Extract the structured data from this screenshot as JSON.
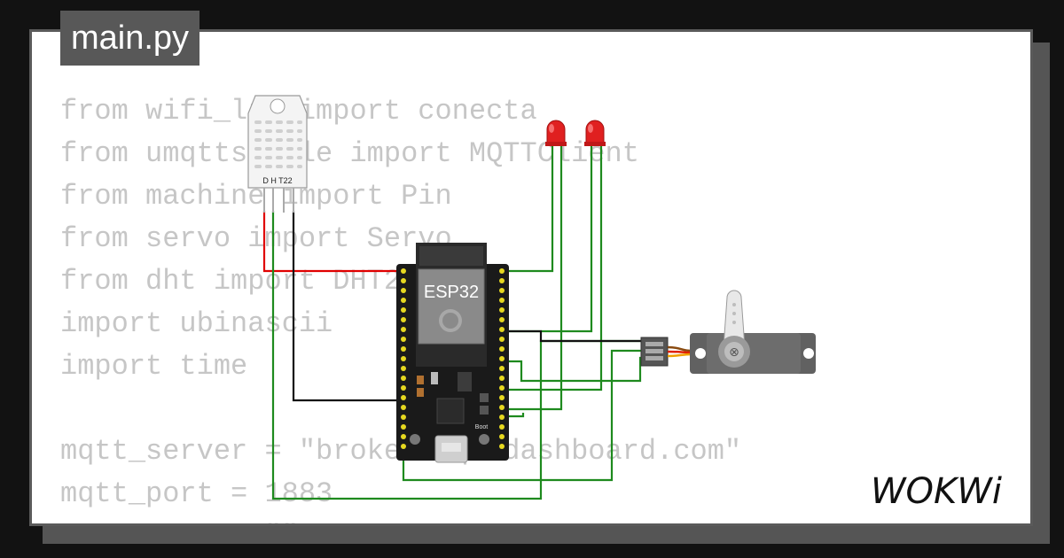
{
  "file_tab": {
    "label": "main.py"
  },
  "code_lines": [
    "from wifi_lib import conecta",
    "from umqttsimple import MQTTClient",
    "from machine import Pin",
    "from servo import Servo",
    "from dht import DHT22",
    "import ubinascii",
    "import time",
    "",
    "mqtt_server = \"broker.mqttdashboard.com\"",
    "mqtt_port = 1883",
    "mqtt_user = \"\""
  ],
  "components": {
    "dht_label": "D H T22",
    "esp_label": "ESP32",
    "boot_label": "Boot"
  },
  "brand": {
    "logo_text": "WOKWi"
  },
  "colors": {
    "wire_green": "#1e8a1e",
    "wire_red": "#e00000",
    "wire_black": "#111111",
    "led_red": "#e02020",
    "board": "#1a1a1a",
    "servo_body": "#616161",
    "code_text": "#c6c6c6"
  }
}
